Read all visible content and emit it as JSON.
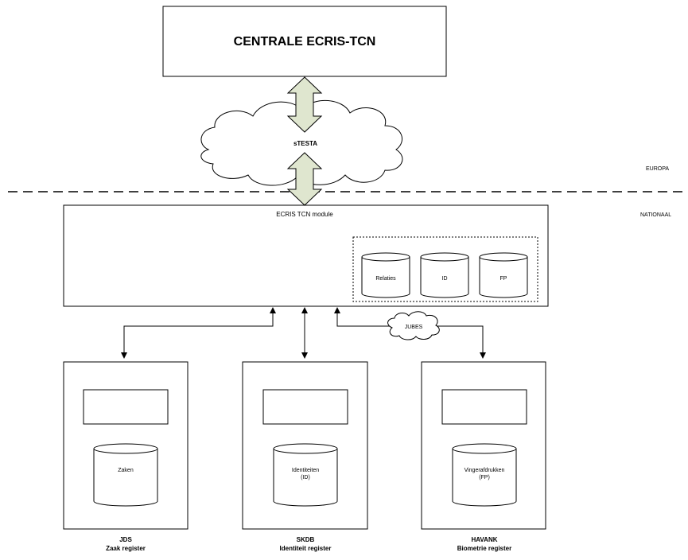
{
  "central": {
    "title": "CENTRALE ECRIS-TCN"
  },
  "network": {
    "label": "sTESTA"
  },
  "zones": {
    "europe": "EUROPA",
    "national": "NATIONAAL"
  },
  "module": {
    "title": "ECRIS TCN module",
    "stores": [
      "Relaties",
      "ID",
      "FP"
    ]
  },
  "link_label": "JUBES",
  "registers": [
    {
      "db_line1": "Zaken",
      "db_line2": "",
      "name": "JDS",
      "subtitle": "Zaak register"
    },
    {
      "db_line1": "Identiteiten",
      "db_line2": "(ID)",
      "name": "SKDB",
      "subtitle": "Identiteit register"
    },
    {
      "db_line1": "Vingerafdrukken",
      "db_line2": "(FP)",
      "name": "HAVANK",
      "subtitle": "Biometrie register"
    }
  ],
  "colors": {
    "arrow_fill": "#dfe6cf",
    "stroke": "#000000",
    "background": "#ffffff"
  }
}
